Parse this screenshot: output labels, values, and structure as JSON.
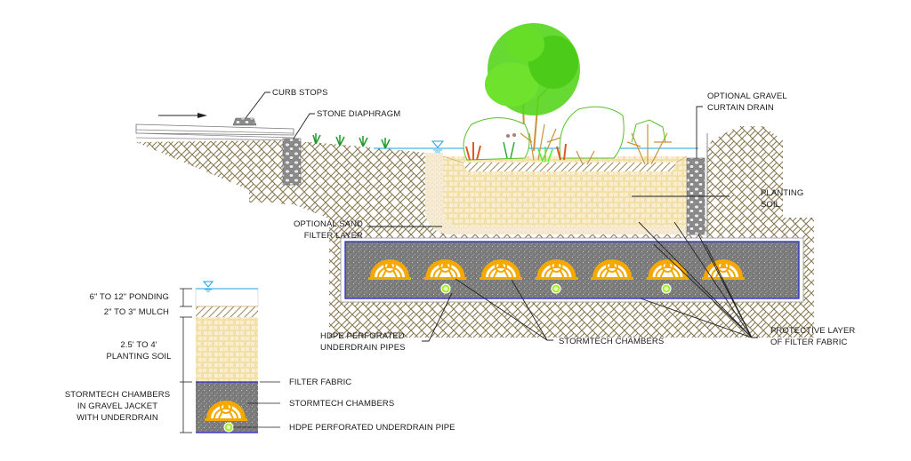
{
  "colors": {
    "soil_hatch": "#8c7a55",
    "planting_soil": "#f3dfa8",
    "planting_soil_hatch": "#ffffff",
    "sand": "#f4ead2",
    "gravel": "#7a7a7a",
    "filter_fabric": "#2a2ad0",
    "chamber": "#f5a800",
    "pipe": "#9ef01a",
    "water": "#1aa3e0",
    "plant_green": "#55d61c",
    "plant_brown": "#c8933a",
    "leader": "#222222"
  },
  "main_section": {
    "labels": {
      "curb_stops": "CURB STOPS",
      "stone_diaphragm": "STONE DIAPHRAGM",
      "optional_gravel": [
        "OPTIONAL GRAVEL",
        "CURTAIN DRAIN"
      ],
      "planting_soil": [
        "PLANTING",
        "SOIL"
      ],
      "optional_sand": [
        "OPTIONAL SAND",
        "FILTER LAYER"
      ],
      "hdpe_pipes": [
        "HDPE PERFORATED",
        "UNDERDRAIN PIPES"
      ],
      "stormtech_chambers": "STORMTECH CHAMBERS",
      "protective_layer": [
        "PROTECTIVE LAYER",
        "OF FILTER FABRIC"
      ]
    },
    "chamber_count": 7,
    "pipe_count": 3,
    "flow_direction": "arrow-right"
  },
  "profile_section": {
    "labels": {
      "ponding": "6\" TO 12\" PONDING",
      "mulch": "2\" TO 3\" MULCH",
      "planting_soil": [
        "2.5' TO 4'",
        "PLANTING SOIL"
      ],
      "chambers": [
        "STORMTECH CHAMBERS",
        "IN GRAVEL JACKET",
        "WITH UNDERDRAIN"
      ],
      "filter_fabric": "FILTER FABRIC",
      "stormtech_chambers": "STORMTECH CHAMBERS",
      "hdpe_pipe": "HDPE PERFORATED UNDERDRAIN PIPE"
    }
  }
}
